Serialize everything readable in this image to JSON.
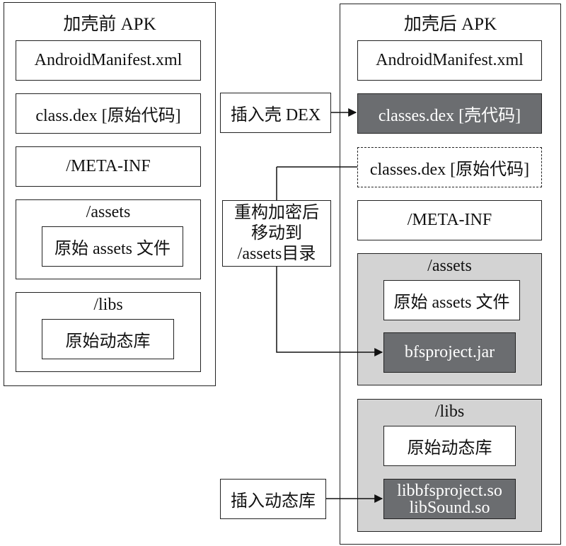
{
  "before": {
    "title": "加壳前 APK",
    "manifest": "AndroidManifest.xml",
    "dex": "class.dex [原始代码]",
    "meta": "/META-INF",
    "assets_title": "/assets",
    "assets_file": "原始 assets 文件",
    "libs_title": "/libs",
    "libs_file": "原始动态库"
  },
  "after": {
    "title": "加壳后 APK",
    "manifest": "AndroidManifest.xml",
    "shell_dex": "classes.dex [壳代码]",
    "orig_dex": "classes.dex [原始代码]",
    "meta": "/META-INF",
    "assets_title": "/assets",
    "assets_file": "原始 assets 文件",
    "jar": "bfsproject.jar",
    "libs_title": "/libs",
    "libs_file": "原始动态库",
    "so_1": "libbfsproject.so",
    "so_2": "libSound.so"
  },
  "actions": {
    "insert_dex": "插入壳 DEX",
    "move_line1": "重构加密后",
    "move_line2": "移动到",
    "move_line3": "/assets目录",
    "insert_lib": "插入动态库"
  },
  "colors": {
    "dark_box": "#6b6d70",
    "gray_group": "#d3d3d3",
    "border": "#222222"
  }
}
